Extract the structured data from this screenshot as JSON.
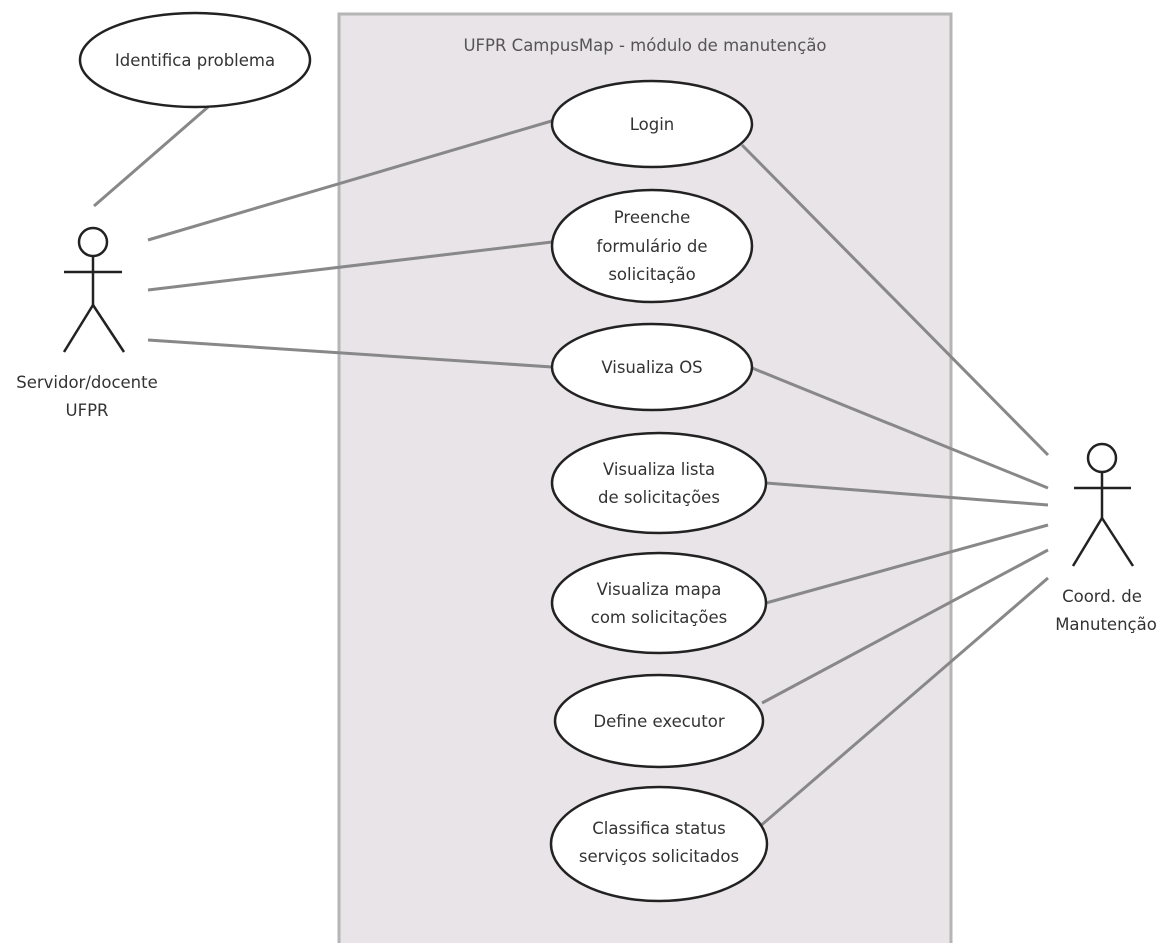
{
  "system": {
    "title": "UFPR CampusMap - módulo de manutenção"
  },
  "actors": {
    "servidor": {
      "label_line1": "Servidor/docente",
      "label_line2": "UFPR"
    },
    "coord": {
      "label_line1": "Coord. de",
      "label_line2": "Manutenção"
    }
  },
  "external_note": {
    "label": "Identifica problema"
  },
  "use_cases": [
    {
      "lines": [
        "Login"
      ]
    },
    {
      "lines": [
        "Preenche",
        "formulário de",
        "solicitação"
      ]
    },
    {
      "lines": [
        "Visualiza OS"
      ]
    },
    {
      "lines": [
        "Visualiza lista",
        "de solicitações"
      ]
    },
    {
      "lines": [
        "Visualiza mapa",
        "com solicitações"
      ]
    },
    {
      "lines": [
        "Define executor"
      ]
    },
    {
      "lines": [
        "Classifica status",
        "serviços solicitados"
      ]
    }
  ],
  "colors": {
    "system_fill": "#e9e4e8",
    "system_border": "#b5b5b5",
    "ellipse_stroke": "#222222",
    "connector": "#888888"
  }
}
